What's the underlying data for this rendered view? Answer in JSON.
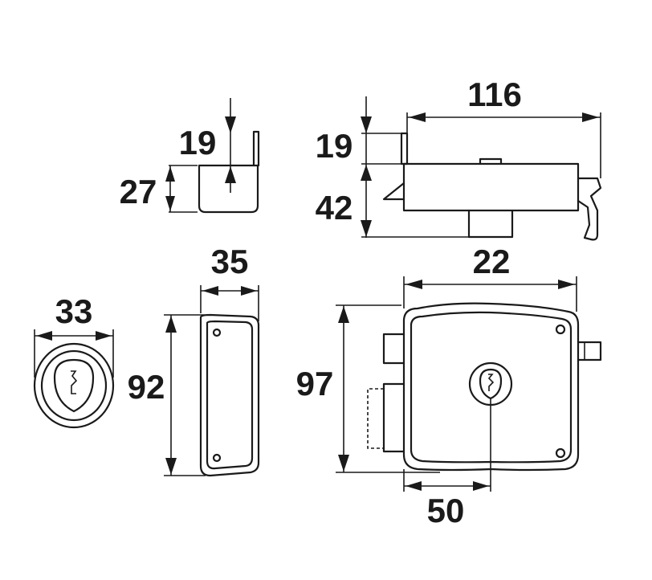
{
  "dimensions": {
    "top_left_height_upper": "19",
    "top_left_height_lower": "27",
    "top_right_height_upper": "19",
    "top_right_height_lower": "42",
    "top_right_width": "116",
    "cylinder_diameter": "33",
    "side_width": "35",
    "side_height": "92",
    "front_height": "97",
    "front_top_width": "22",
    "front_key_offset": "50"
  }
}
